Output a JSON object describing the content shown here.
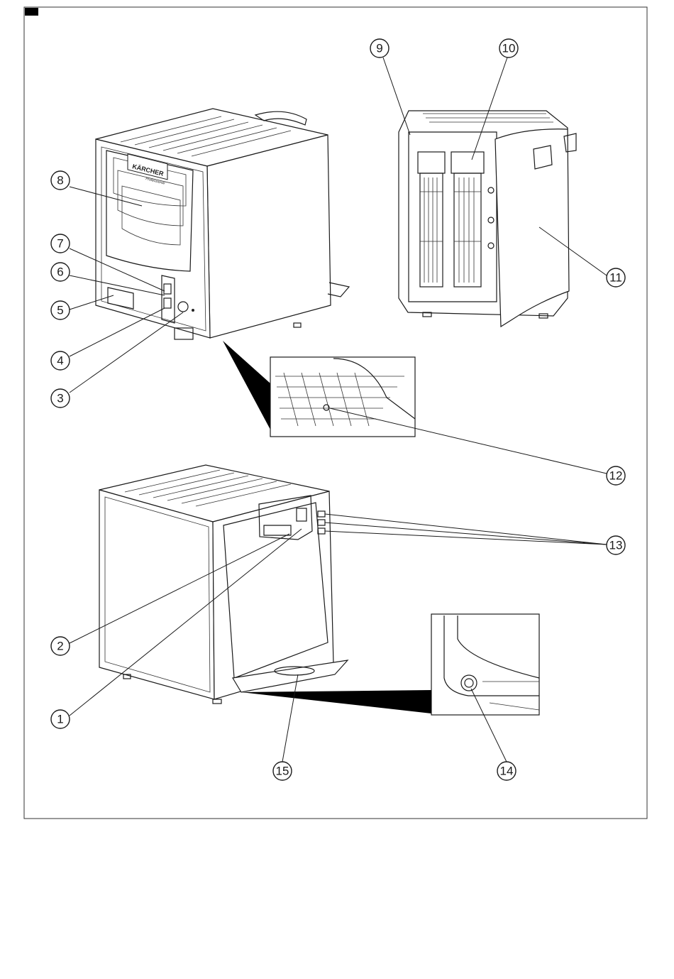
{
  "brand": {
    "logo": "KÄRCHER",
    "subline": "Professional"
  },
  "callouts": [
    "1",
    "2",
    "3",
    "4",
    "5",
    "6",
    "7",
    "8",
    "9",
    "10",
    "11",
    "12",
    "13",
    "14",
    "15"
  ],
  "colors": {
    "line": "#1a1a1a",
    "background": "#ffffff",
    "marker": "#000000"
  }
}
